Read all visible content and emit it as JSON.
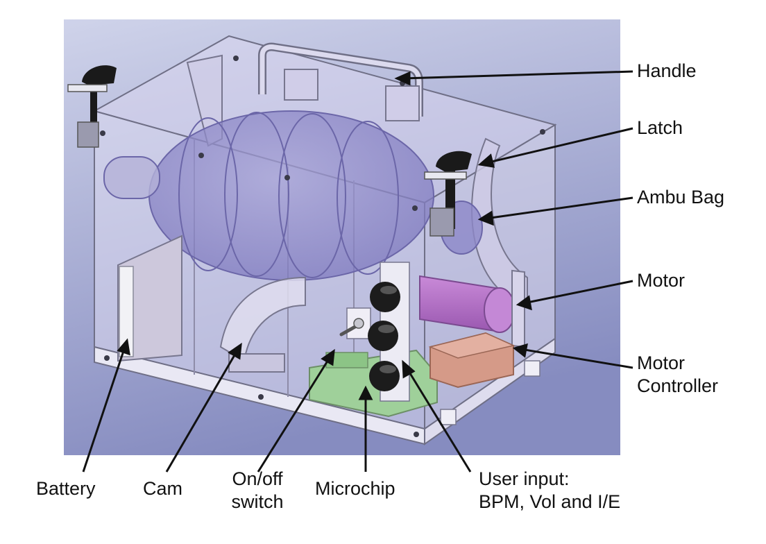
{
  "diagram": {
    "labels": {
      "handle": "Handle",
      "latch": "Latch",
      "ambu_bag": "Ambu Bag",
      "motor": "Motor",
      "motor_controller": [
        "Motor",
        "Controller"
      ],
      "battery": "Battery",
      "cam": "Cam",
      "switch": [
        "On/off",
        "switch"
      ],
      "microchip": "Microchip",
      "user_input": [
        "User input:",
        "BPM, Vol and I/E"
      ]
    },
    "colors": {
      "backdrop_top": "#c9cde6",
      "backdrop_bottom": "#8d93c4",
      "enclosure": "#d8d4ec",
      "ambu_bag": "#8c87c8",
      "motor": "#b06bc4",
      "motor_controller": "#d59a88",
      "microchip": "#9ccc96",
      "knob": "#1c1c1c",
      "latch": "#1a1a1a"
    }
  }
}
